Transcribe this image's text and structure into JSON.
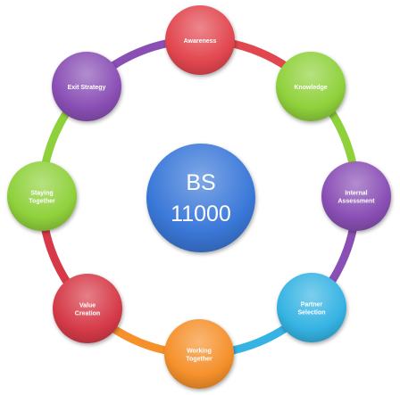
{
  "center": {
    "line1": "BS",
    "line2": "11000",
    "color": "#3a78d8"
  },
  "nodes": [
    {
      "key": "awareness",
      "lines": [
        "Awareness"
      ],
      "color": "#e2474f"
    },
    {
      "key": "knowledge",
      "lines": [
        "Knowledge"
      ],
      "color": "#8fd13b"
    },
    {
      "key": "internal-assessment",
      "lines": [
        "Internal",
        "Assessment"
      ],
      "color": "#8a4fb5"
    },
    {
      "key": "partner-selection",
      "lines": [
        "Partner",
        "Selection"
      ],
      "color": "#35b3e3"
    },
    {
      "key": "working-together",
      "lines": [
        "Working",
        "Together"
      ],
      "color": "#f5902b"
    },
    {
      "key": "value-creation",
      "lines": [
        "Value",
        "Creation"
      ],
      "color": "#d63a48"
    },
    {
      "key": "staying-together",
      "lines": [
        "Staying",
        "Together"
      ],
      "color": "#8fd13b"
    },
    {
      "key": "exit-strategy",
      "lines": [
        "Exit Strategy"
      ],
      "color": "#8a4fb5"
    }
  ],
  "ring_segments": [
    {
      "from": "awareness",
      "to": "knowledge",
      "color": "#e2474f"
    },
    {
      "from": "knowledge",
      "to": "internal-assessment",
      "color": "#8fd13b"
    },
    {
      "from": "internal-assessment",
      "to": "partner-selection",
      "color": "#8a4fb5"
    },
    {
      "from": "partner-selection",
      "to": "working-together",
      "color": "#35b3e3"
    },
    {
      "from": "working-together",
      "to": "value-creation",
      "color": "#f5902b"
    },
    {
      "from": "value-creation",
      "to": "staying-together",
      "color": "#d63a48"
    },
    {
      "from": "staying-together",
      "to": "exit-strategy",
      "color": "#8fd13b"
    },
    {
      "from": "exit-strategy",
      "to": "awareness",
      "color": "#8a4fb5"
    }
  ]
}
